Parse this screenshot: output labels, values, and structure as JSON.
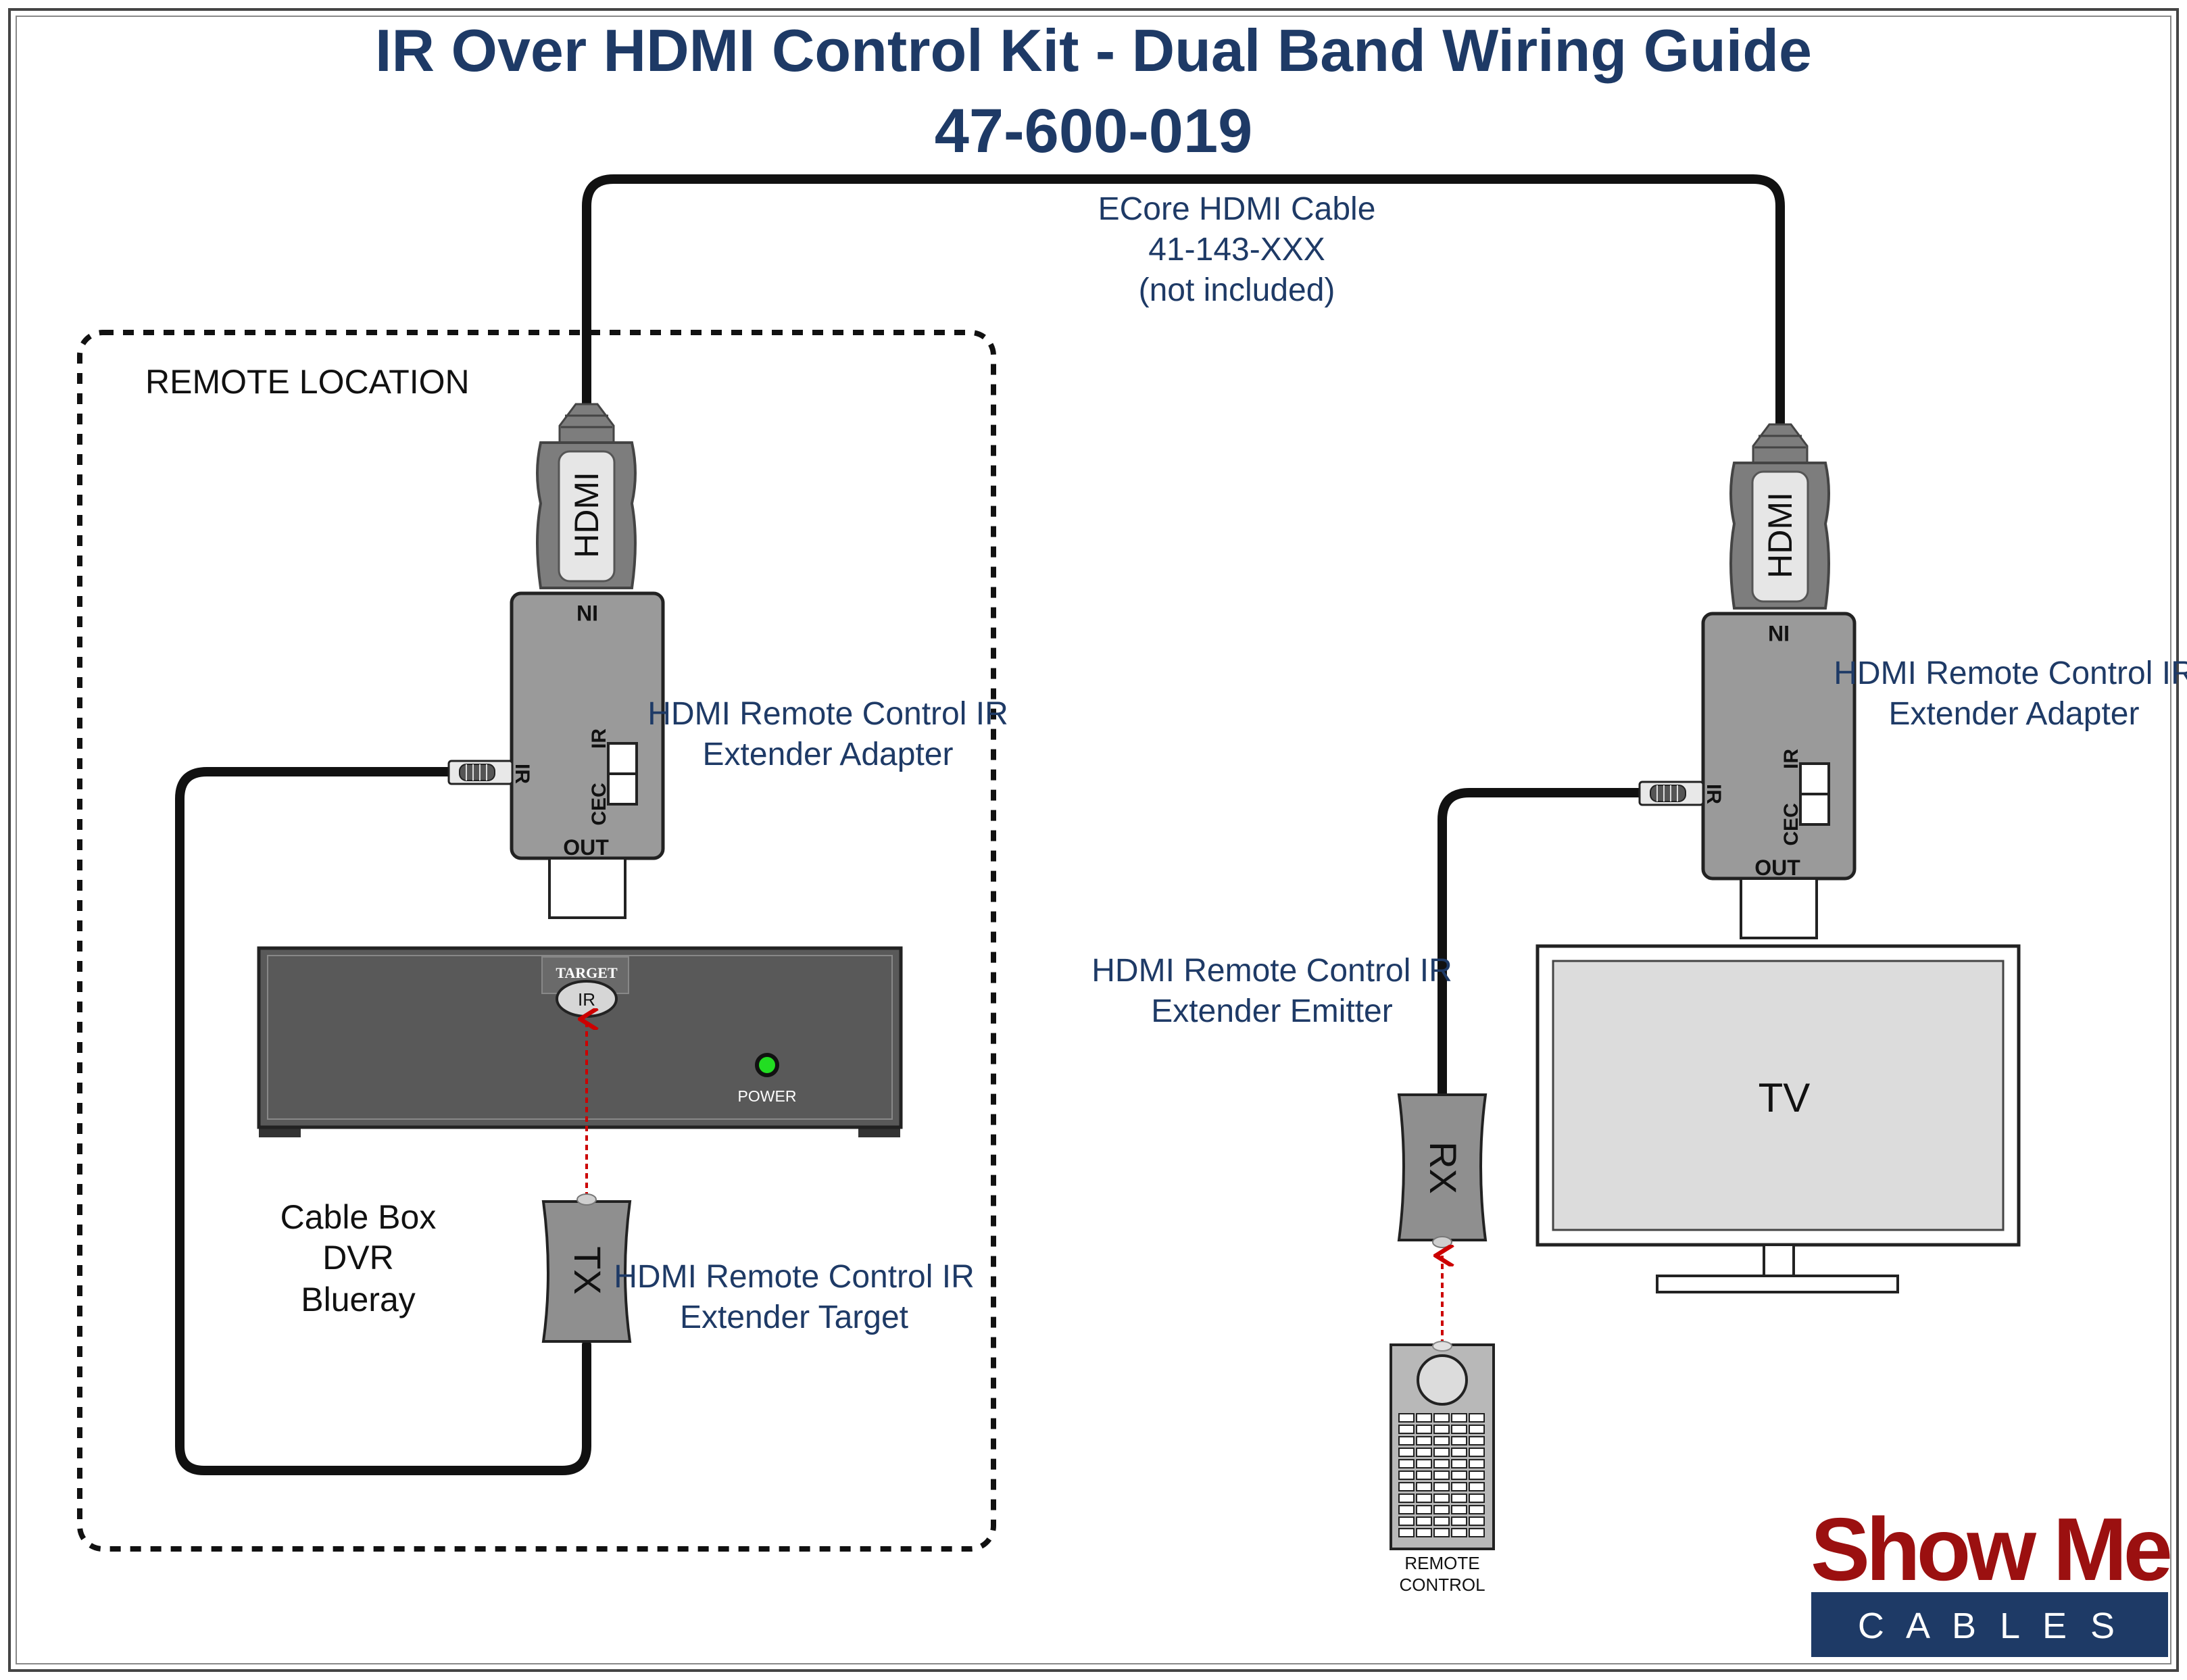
{
  "title": {
    "line1": "IR Over HDMI Control Kit - Dual Band Wiring Guide",
    "line2": "47-600-019"
  },
  "cable": {
    "line1": "ECore HDMI Cable",
    "line2": "41-143-XXX",
    "line3": "(not included)"
  },
  "remote_location": {
    "label": "REMOTE LOCATION"
  },
  "left_adapter": {
    "hdmi_label": "HDMI",
    "in_label": "IN",
    "ir_port_label": "IR",
    "switch_ir_label": "IR",
    "switch_cec_label": "CEC",
    "out_label": "OUT",
    "caption_line1": "HDMI Remote Control IR",
    "caption_line2": "Extender Adapter"
  },
  "source_device": {
    "target_label": "TARGET",
    "ir_label": "IR",
    "power_label": "POWER",
    "power_led_color": "#22dd22",
    "caption_line1": "Cable Box",
    "caption_line2": "DVR",
    "caption_line3": "Blueray"
  },
  "target": {
    "label": "TX",
    "caption_line1": "HDMI Remote Control IR",
    "caption_line2": "Extender Target"
  },
  "right_adapter": {
    "hdmi_label": "HDMI",
    "in_label": "IN",
    "ir_port_label": "IR",
    "switch_ir_label": "IR",
    "switch_cec_label": "CEC",
    "out_label": "OUT",
    "caption_line1": "HDMI Remote Control IR",
    "caption_line2": "Extender Adapter"
  },
  "emitter": {
    "label": "RX",
    "caption_line1": "HDMI Remote Control IR",
    "caption_line2": "Extender Emitter"
  },
  "tv": {
    "label": "TV"
  },
  "remote": {
    "line1": "REMOTE",
    "line2": "CONTROL"
  },
  "logo": {
    "main": "Show Me",
    "sub": "C A B L E S",
    "main_color": "#9b1010",
    "sub_bg_color": "#1e3a66"
  },
  "colors": {
    "title": "#1e3a66",
    "device_gray": "#9a9a9a",
    "source_box": "#595959",
    "ir_signal": "#cc0000"
  }
}
